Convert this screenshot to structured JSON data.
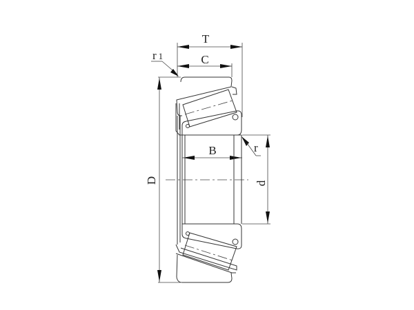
{
  "diagram": {
    "subject": "Tapered roller bearing cross-section",
    "labels": {
      "T": "T",
      "C": "C",
      "r1": "r1",
      "r1_main": "r",
      "r1_sub": "1",
      "B": "B",
      "r": "r",
      "D": "D",
      "d": "d"
    },
    "colors": {
      "line": "#333333",
      "background": "#ffffff"
    }
  }
}
